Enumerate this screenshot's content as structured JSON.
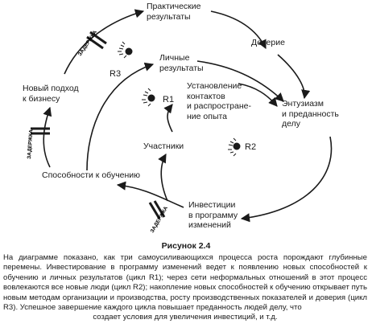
{
  "nodes": {
    "practical_results": "Практические\nрезультаты",
    "trust": "Доверие",
    "personal_results": "Личные\nрезультаты",
    "new_approach": "Новый подход\nк бизнесу",
    "contacts": "Установление\nконтактов\nи распростране-\nние опыта",
    "enthusiasm": "Энтузиазм\nи преданность\nделу",
    "participants": "Участники",
    "learning_capabilities": "Способности к обучению",
    "investments": "Инвестиции\nв программу\nизменений"
  },
  "loops": {
    "r1": "R1",
    "r2": "R2",
    "r3": "R3"
  },
  "delay_label": "ЗАДЕРЖКА",
  "caption": {
    "title": "Рисунок 2.4",
    "body": "На диаграмме показано, как три самоусиливающихся процесса роста порождают глубинные перемены. Инвестирование в программу изменений ведет к появлению новых способностей к обучению и личных результатов (цикл R1); через сети неформальных отношений в этот процесс вовлекаются все новые люди (цикл R2); накопление новых способностей к обучению открывает путь новым методам организации и производства, росту производственных показателей и доверия (цикл R3). Успешное завершение каждого цикла повышает преданность людей делу, что",
    "body_last": "создает условия для увеличения инвестиций, и т.д."
  }
}
